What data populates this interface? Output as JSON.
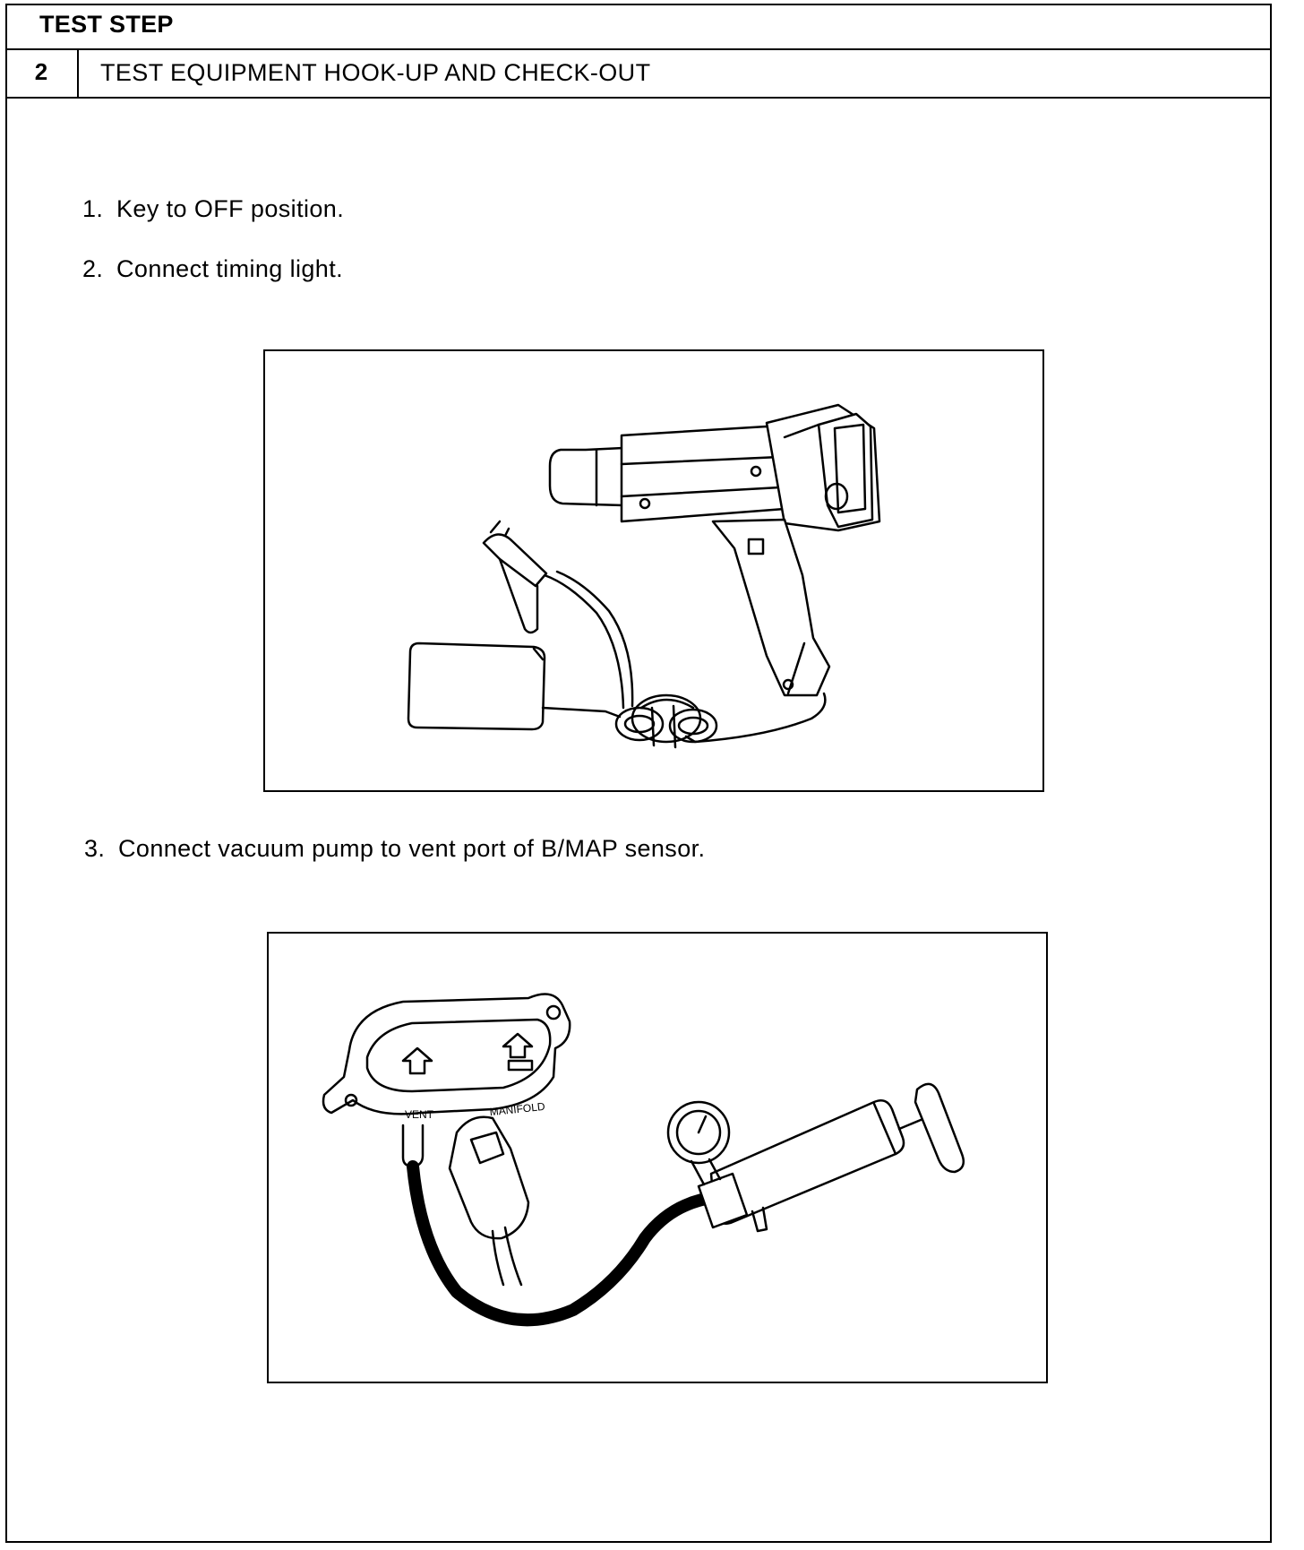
{
  "header": {
    "title": "TEST STEP"
  },
  "step": {
    "number": "2",
    "title": "TEST EQUIPMENT HOOK-UP AND CHECK-OUT"
  },
  "instructions": [
    {
      "num": "1.",
      "text": "Key to OFF position."
    },
    {
      "num": "2.",
      "text": "Connect timing light."
    },
    {
      "num": "3.",
      "text": "Connect vacuum pump to vent port of B/MAP sensor."
    }
  ],
  "figures": {
    "timing_light": {
      "icon": "timing-light-illustration"
    },
    "vacuum_pump": {
      "icon": "vacuum-pump-sensor-illustration",
      "label_vent": "VENT",
      "label_manifold": "MANIFOLD"
    }
  }
}
